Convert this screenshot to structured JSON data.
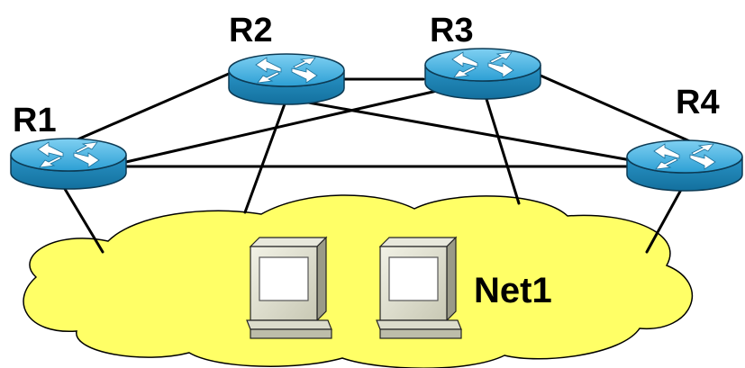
{
  "routers": [
    {
      "id": "r1",
      "label": "R1"
    },
    {
      "id": "r2",
      "label": "R2"
    },
    {
      "id": "r3",
      "label": "R3"
    },
    {
      "id": "r4",
      "label": "R4"
    }
  ],
  "network": {
    "label": "Net1"
  },
  "computers": [
    {
      "id": "pc1"
    },
    {
      "id": "pc2"
    }
  ],
  "colors": {
    "cloud": "#ffff66",
    "router_top": "#3aa8d8",
    "router_side": "#1f86b8",
    "link": "#000000"
  }
}
